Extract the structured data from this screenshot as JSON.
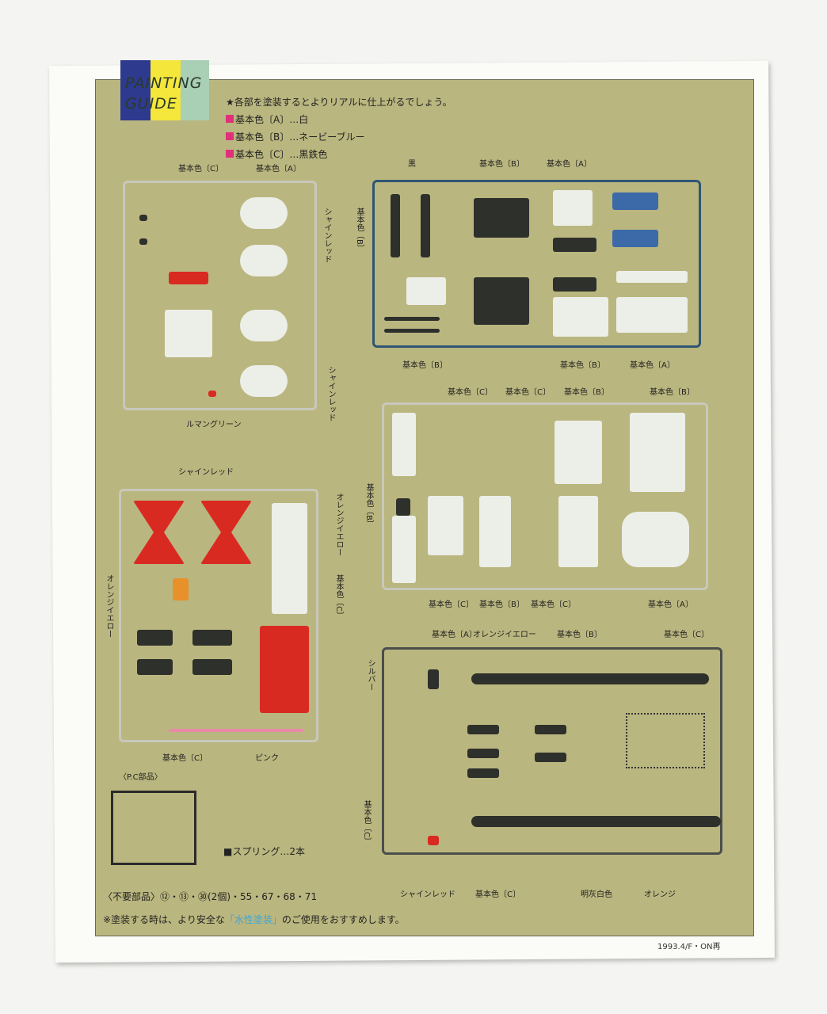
{
  "tab_logo": "PAINTING GUIDE",
  "intro": {
    "line": "★各部を塗装するとよりリアルに仕上がるでしょう。",
    "colors": [
      "基本色〔A〕…白",
      "基本色〔B〕…ネービーブルー",
      "基本色〔C〕…黒鉄色"
    ]
  },
  "labels": {
    "tl": [
      "基本色〔C〕",
      "基本色〔A〕",
      "シャインレッド",
      "シャインレッド",
      "ルマングリーン"
    ],
    "tr": [
      "黒",
      "基本色〔B〕",
      "基本色〔A〕",
      "基本色〔B〕",
      "基本色〔B〕",
      "基本色〔B〕",
      "基本色〔A〕"
    ],
    "mr": [
      "基本色〔C〕",
      "基本色〔C〕",
      "基本色〔B〕",
      "基本色〔B〕",
      "基本色〔B〕",
      "基本色〔C〕",
      "基本色〔B〕",
      "基本色〔C〕",
      "基本色〔A〕"
    ],
    "ml": [
      "シャインレッド",
      "オレンジイエロー",
      "基本色〔C〕",
      "オレンジイエロー",
      "基本色〔C〕",
      "ピンク"
    ],
    "br": [
      "基本色〔A〕",
      "オレンジイエロー",
      "基本色〔B〕",
      "基本色〔C〕",
      "シルバー",
      "基本色〔C〕",
      "シャインレッド",
      "基本色〔C〕",
      "明灰白色",
      "オレンジ"
    ]
  },
  "pc_parts": "〈P.C部品〉",
  "spring": "■スプリング…2本",
  "unused": "〈不要部品〉⑫・⑬・㉚(2個)・55・67・68・71",
  "warning_pre": "※塗装する時は、より安全な",
  "warning_highlight": "「水性塗装」",
  "warning_post": "のご使用をおすすめします。",
  "footer": "1993.4/F・ON再"
}
